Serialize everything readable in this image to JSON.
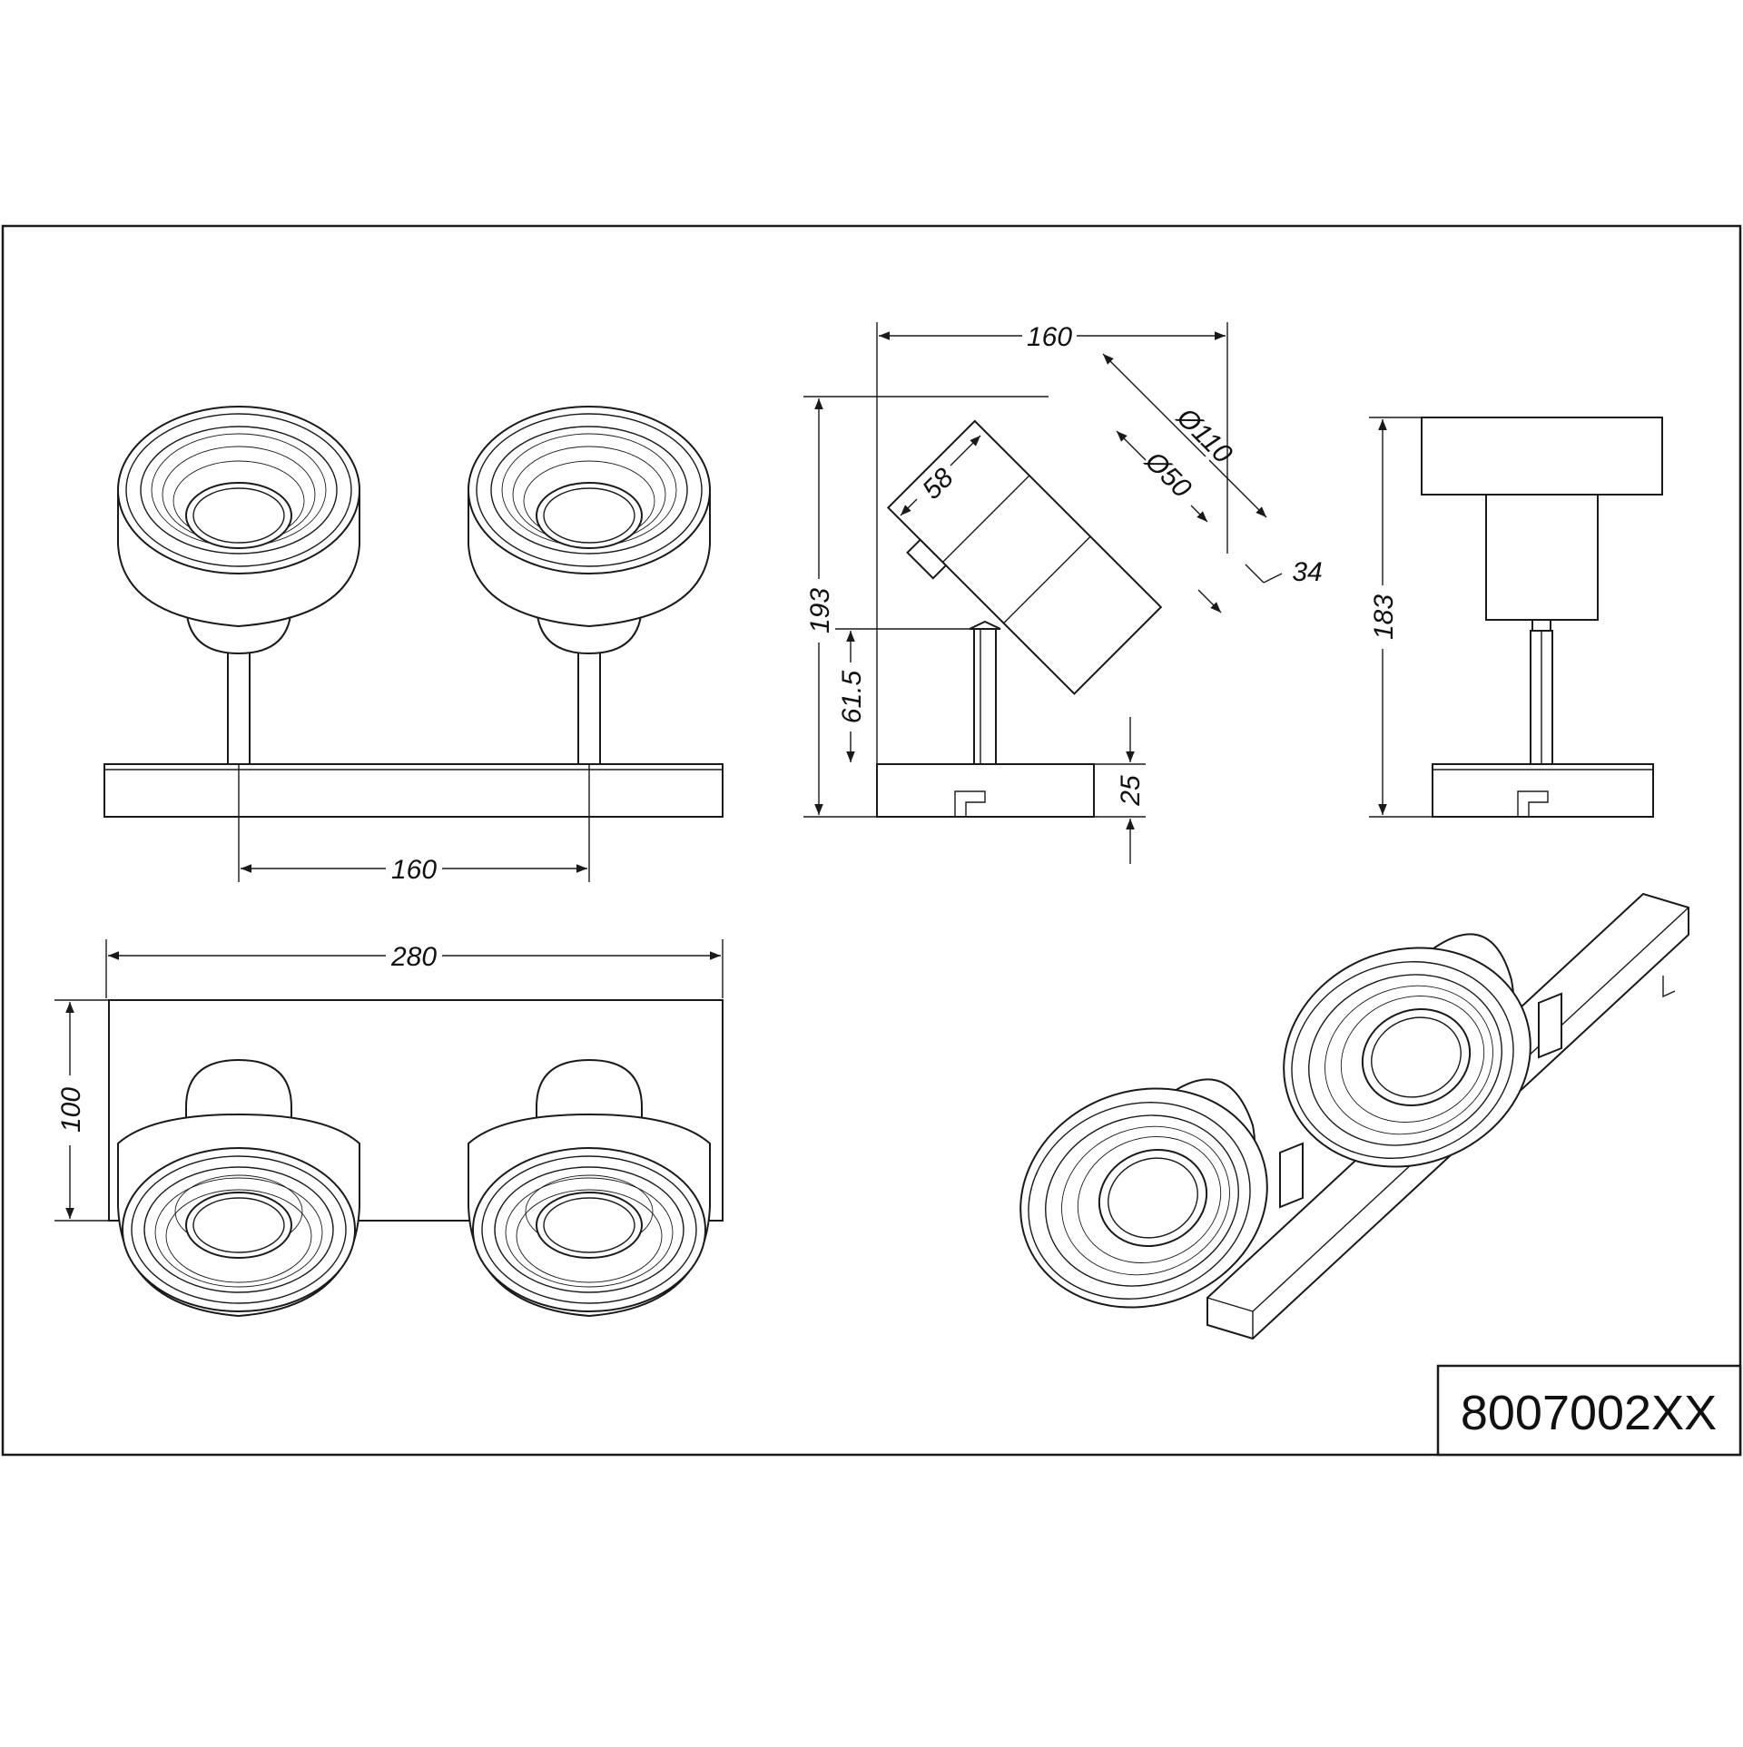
{
  "sheet": {
    "product_code": "8007002XX"
  },
  "dimensions": {
    "front_spacing": "160",
    "top_length": "280",
    "top_depth": "100",
    "side_width": "160",
    "side_height": "193",
    "side_arm_height": "61.5",
    "head_depth": "58",
    "head_diameter": "Ø110",
    "lens_diameter": "Ø50",
    "lens_offset": "34",
    "base_height": "25",
    "back_height": "183"
  },
  "colors": {
    "line": "#1a1a1a",
    "background": "#ffffff"
  }
}
